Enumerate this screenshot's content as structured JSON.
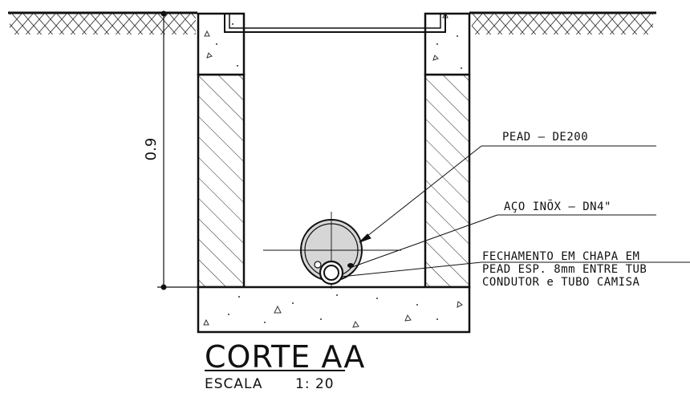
{
  "dimension": {
    "height_label": "0.9"
  },
  "callouts": {
    "pead": "PEAD – DE200",
    "aco": "AÇO INÕX – DN4\"",
    "fechamento_1": "FECHAMENTO EM CHAPA EM",
    "fechamento_2": "PEAD ESP. 8mm ENTRE TUB",
    "fechamento_3": "CONDUTOR e TUBO CAMISA"
  },
  "title": {
    "main": "CORTE AA",
    "scale_label": "ESCALA",
    "scale_value": "1: 20"
  }
}
